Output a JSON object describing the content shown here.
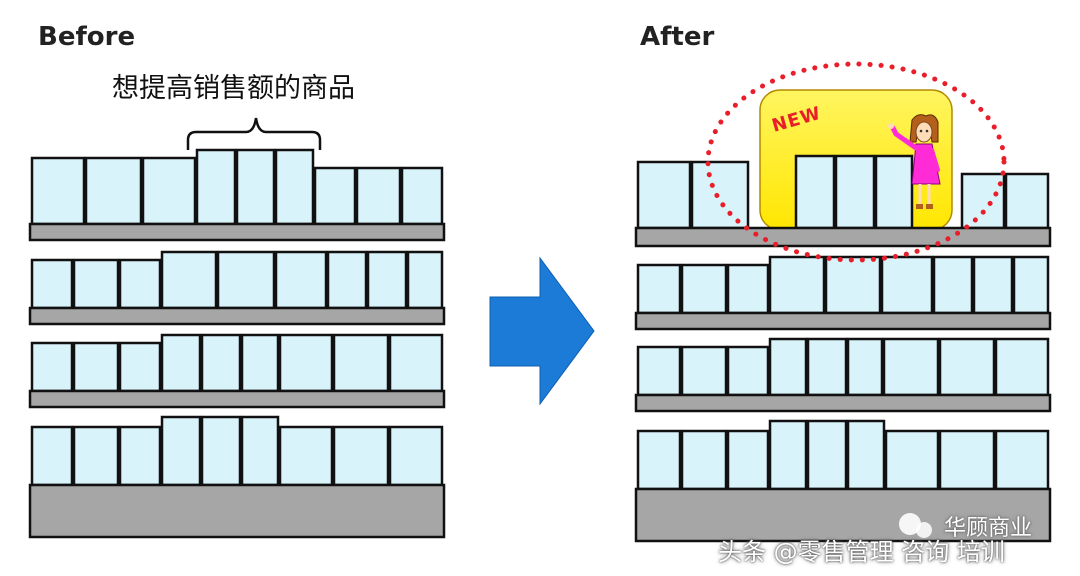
{
  "before_label": "Before",
  "after_label": "After",
  "annotation": "想提高销售额的商品",
  "new_badge": "NEW",
  "watermark": {
    "line1": "头条 @零售管理 咨询 培训",
    "brand": "华顾商业"
  },
  "colors": {
    "product_fill": "#d8f3fa",
    "shelf_fill": "#a6a6a6",
    "outline": "#111111",
    "arrow": "#1b7bd6",
    "highlight": "#fff200",
    "ellipse": "#e81e2a",
    "new_text": "#e81e2a"
  }
}
